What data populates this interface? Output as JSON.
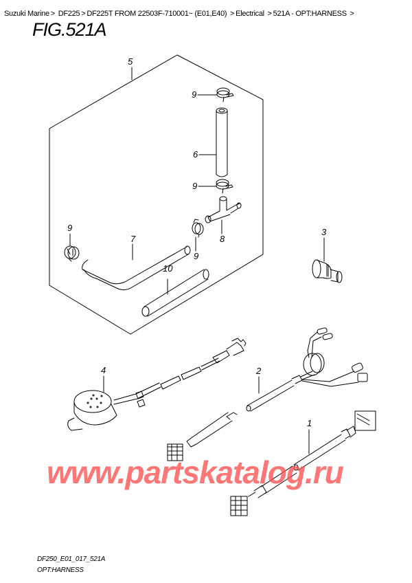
{
  "breadcrumb": {
    "items": [
      {
        "label": "Suzuki Marine"
      },
      {
        "label": "DF225"
      },
      {
        "label": "DF225T FROM 22503F-710001~ (E01,E40)"
      },
      {
        "label": "Electrical"
      },
      {
        "label": "521A - OPT:HARNESS"
      }
    ],
    "separator": ">"
  },
  "figure": {
    "title": "FIG.521A",
    "callouts": {
      "c1": "1",
      "c2": "2",
      "c3": "3",
      "c4": "4",
      "c5": "5",
      "c6": "6",
      "c7": "7",
      "c8": "8",
      "c9a": "9",
      "c9b": "9",
      "c9c": "9",
      "c9d": "9",
      "c10": "10"
    },
    "parts": [
      {
        "ref": "1",
        "name": "harness-extension"
      },
      {
        "ref": "2",
        "name": "wiring-harness"
      },
      {
        "ref": "3",
        "name": "plug-fitting"
      },
      {
        "ref": "4",
        "name": "buzzer"
      },
      {
        "ref": "5",
        "name": "hose-kit"
      },
      {
        "ref": "6",
        "name": "hose-straight"
      },
      {
        "ref": "7",
        "name": "hose-bent"
      },
      {
        "ref": "8",
        "name": "t-joint"
      },
      {
        "ref": "9",
        "name": "hose-clamp"
      },
      {
        "ref": "10",
        "name": "hose"
      }
    ]
  },
  "watermark": "www.partskatalog.ru",
  "footer": {
    "code": "DF250_E01_017_521A",
    "name": "OPT:HARNESS"
  },
  "colors": {
    "line": "#000000",
    "watermark": "#ff5050",
    "background": "#ffffff"
  }
}
